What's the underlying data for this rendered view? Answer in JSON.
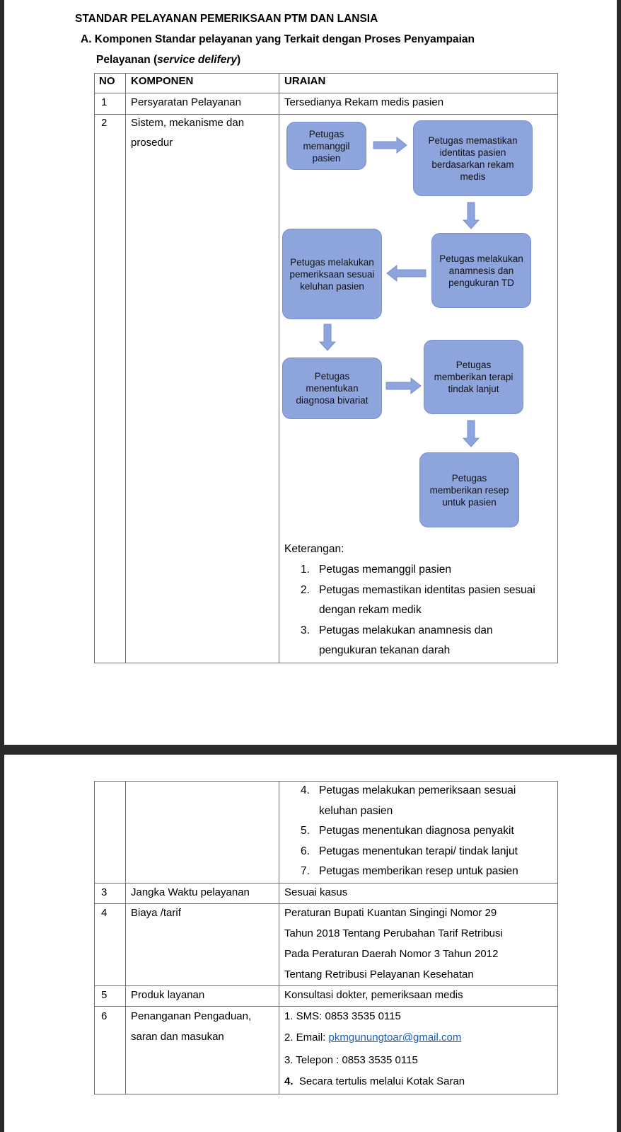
{
  "document": {
    "title": "STANDAR PELAYANAN PEMERIKSAAN PTM DAN LANSIA",
    "section_title_line1": "A. Komponen Standar pelayanan yang Terkait dengan Proses Penyampaian",
    "section_title_line2_prefix": "Pelayanan (",
    "section_title_line2_italic": "service delifery",
    "section_title_line2_suffix": ")"
  },
  "table": {
    "headers": [
      "NO",
      "KOMPONEN",
      "URAIAN"
    ],
    "row1": {
      "no": "1",
      "komponen": "Persyaratan Pelayanan",
      "uraian": "Tersedianya Rekam medis pasien"
    },
    "row2": {
      "no": "2",
      "komponen_line1": "Sistem, mekanisme dan",
      "komponen_line2": "prosedur"
    },
    "row3": {
      "no": "3",
      "komponen": "Jangka Waktu pelayanan",
      "uraian": "Sesuai kasus"
    },
    "row4": {
      "no": "4",
      "komponen": "Biaya /tarif",
      "uraian_lines": [
        "Peraturan Bupati Kuantan Singingi Nomor 29",
        "Tahun 2018 Tentang Perubahan Tarif Retribusi",
        "Pada Peraturan Daerah Nomor 3 Tahun 2012",
        "Tentang Retribusi Pelayanan Kesehatan"
      ]
    },
    "row5": {
      "no": "5",
      "komponen": "Produk layanan",
      "uraian": "Konsultasi dokter, pemeriksaan medis"
    },
    "row6": {
      "no": "6",
      "komponen_line1": "Penanganan Pengaduan,",
      "komponen_line2": "saran dan masukan",
      "sms": "1. SMS: 0853 3535 0115",
      "email_prefix": "2. Email: ",
      "email": "pkmgunungtoar@gmail.com",
      "telepon": "3. Telepon : 0853 3535 0115",
      "tertulis_num": "4.",
      "tertulis": "Secara tertulis melalui Kotak Saran"
    }
  },
  "flowchart": {
    "nodes": [
      "Petugas memanggil pasien",
      "Petugas memastikan identitas pasien berdasarkan rekam medis",
      "Petugas melakukan anamnesis dan pengukuran TD",
      "Petugas melakukan pemeriksaan sesuai keluhan pasien",
      "Petugas menentukan diagnosa bivariat",
      "Petugas memberikan terapi tindak lanjut",
      "Petugas memberikan resep untuk pasien"
    ],
    "color": "#8ea4dd"
  },
  "keterangan": {
    "label": "Keterangan:",
    "items": [
      {
        "num": "1.",
        "lines": [
          "Petugas memanggil pasien"
        ]
      },
      {
        "num": "2.",
        "lines": [
          "Petugas memastikan identitas pasien sesuai",
          "dengan rekam medik"
        ]
      },
      {
        "num": "3.",
        "lines": [
          "Petugas melakukan anamnesis dan",
          "pengukuran tekanan darah"
        ]
      },
      {
        "num": "4.",
        "lines": [
          "Petugas melakukan pemeriksaan sesuai",
          "keluhan pasien"
        ]
      },
      {
        "num": "5.",
        "lines": [
          "Petugas menentukan diagnosa penyakit"
        ]
      },
      {
        "num": "6.",
        "lines": [
          "Petugas menentukan terapi/ tindak lanjut"
        ]
      },
      {
        "num": "7.",
        "lines": [
          "Petugas memberikan resep untuk pasien"
        ]
      }
    ]
  }
}
